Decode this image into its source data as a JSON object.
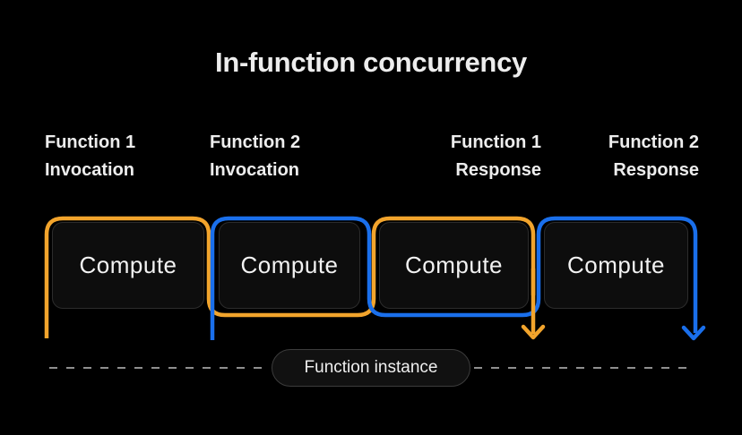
{
  "title": "In-function concurrency",
  "colors": {
    "background": "#000000",
    "function1_accent": "#F2A42C",
    "function2_accent": "#1A6FEB",
    "box_fill": "#0D0D0D",
    "box_border": "#2C2C2C",
    "text": "#EDEDED",
    "dash": "#8F8F8F",
    "pill_fill": "#111111",
    "pill_border": "#3C3C3C"
  },
  "labels": [
    {
      "line1": "Function 1",
      "line2": "Invocation"
    },
    {
      "line1": "Function 2",
      "line2": "Invocation"
    },
    {
      "line1": "Function 1",
      "line2": "Response"
    },
    {
      "line1": "Function 2",
      "line2": "Response"
    }
  ],
  "boxes": [
    {
      "label": "Compute"
    },
    {
      "label": "Compute"
    },
    {
      "label": "Compute"
    },
    {
      "label": "Compute"
    }
  ],
  "instance": {
    "label": "Function instance"
  }
}
